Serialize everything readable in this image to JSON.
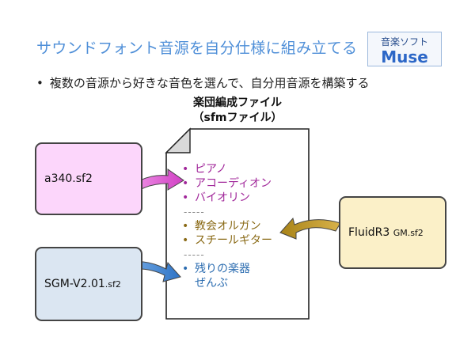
{
  "title": "サウンドフォント音源を自分仕様に組み立てる",
  "logo": {
    "sub": "音楽ソフト",
    "main": "Muse"
  },
  "bullet": {
    "marker": "•",
    "text": "複数の音源から好きな音色を選んで、自分用音源を構築する"
  },
  "document": {
    "title_line1": "楽団編成ファイル",
    "title_line2": "（sfmファイル）",
    "groups": [
      {
        "color": "#a1279a",
        "items": [
          "ピアノ",
          "アコーディオン",
          "バイオリン"
        ]
      },
      {
        "color": "#8a6a16",
        "items": [
          "教会オルガン",
          "スチールギター"
        ]
      },
      {
        "color": "#2b6cb0",
        "items": [
          "残りの楽器",
          "ぜんぶ"
        ]
      }
    ],
    "separator": "-----"
  },
  "sources": {
    "a340": {
      "label": "a340.sf2"
    },
    "sgm": {
      "main": "SGM-V2.01",
      "ext": ".sf2"
    },
    "fluid": {
      "main": "FluidR3 ",
      "ext": "GM.sf2"
    }
  }
}
